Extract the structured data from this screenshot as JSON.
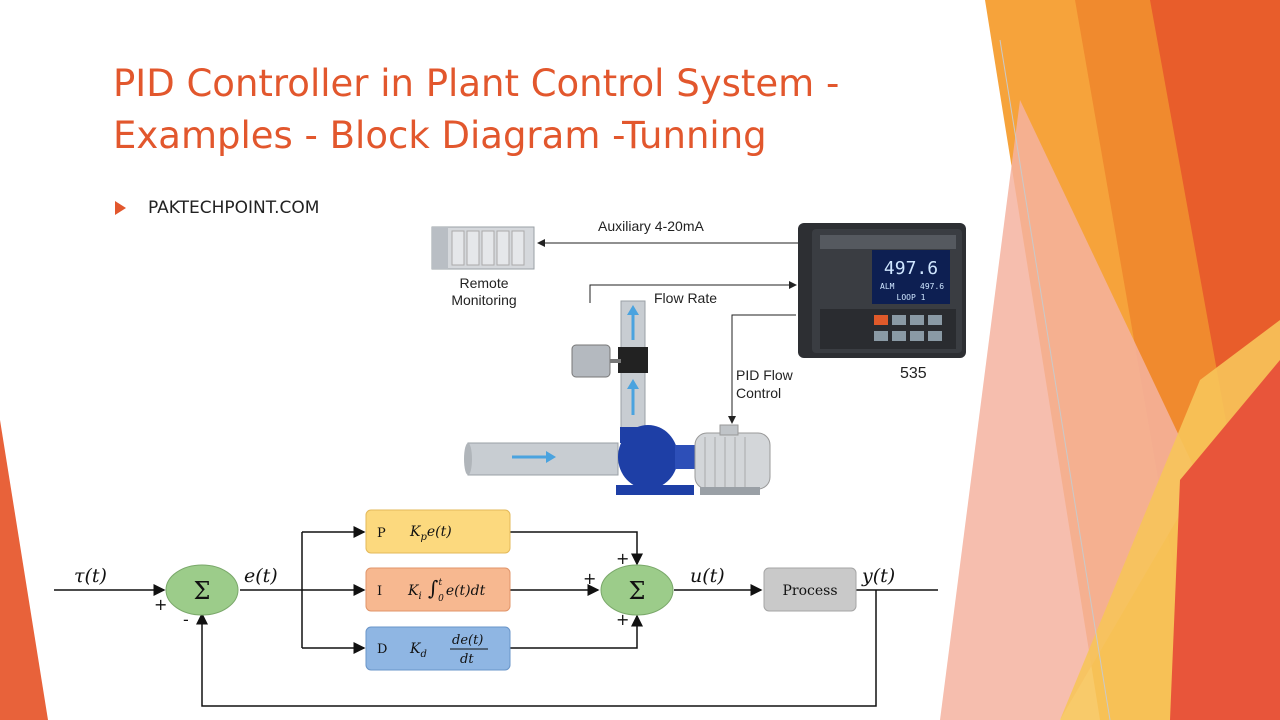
{
  "slide": {
    "title_line1": "PID Controller in Plant Control System -",
    "title_line2": "Examples - Block Diagram -Tunning",
    "bullet": "PAKTECHPOINT.COM"
  },
  "colors": {
    "accent": "#e2572d",
    "orange_dark": "#e85d2b",
    "orange_light": "#f6a33b",
    "salmon": "#f0a08a"
  },
  "plant": {
    "auxiliary_label": "Auxiliary 4-20mA",
    "remote_label_1": "Remote",
    "remote_label_2": "Monitoring",
    "flow_rate_label": "Flow Rate",
    "pid_label_1": "PID Flow",
    "pid_label_2": "Control",
    "model_label": "535",
    "display_main": "497.6",
    "display_alm": "ALM",
    "display_alm_value": "497.6",
    "display_loop": "LOOP 1"
  },
  "pid_diagram": {
    "input_label": "τ(t)",
    "error_label": "e(t)",
    "output_u_label": "u(t)",
    "output_y_label": "y(t)",
    "sum_symbol": "Σ",
    "plus": "+",
    "minus": "-",
    "p_letter": "P",
    "i_letter": "I",
    "d_letter": "D",
    "process_label": "Process"
  }
}
